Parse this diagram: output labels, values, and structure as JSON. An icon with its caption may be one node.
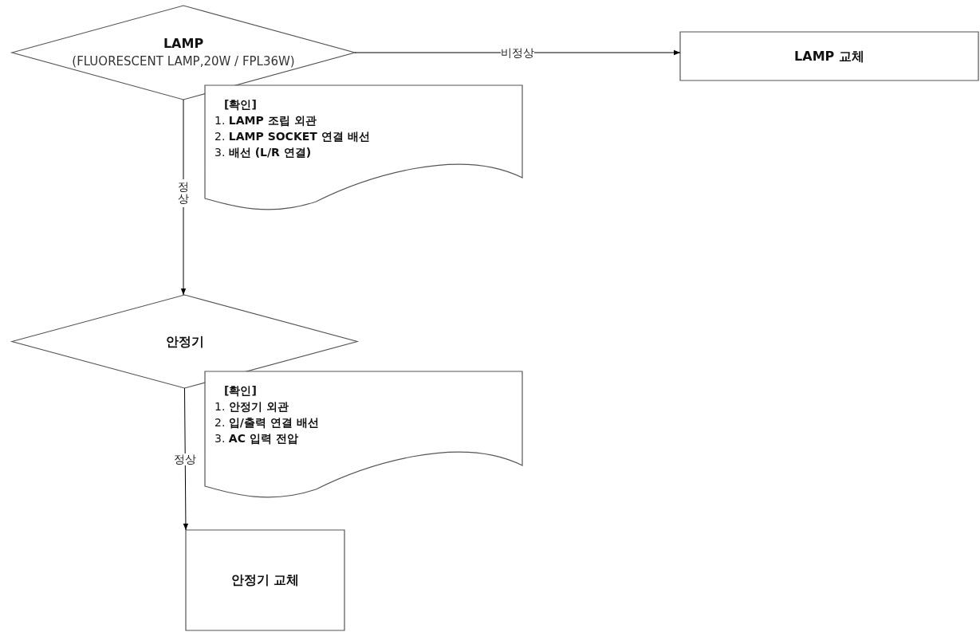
{
  "diagram": {
    "nodes": [
      {
        "text": [
          "LAMP",
          "(FLUORESCENT LAMP,20W / FPL36W)"
        ]
      },
      {
        "text": [
          "LAMP 교체"
        ]
      },
      {
        "text": [
          "[확인]",
          "1. **LAMP 조립 외관**",
          "2. **LAMP SOCKET 연결 배선**",
          "3. **배선 (L/R 연결)**"
        ]
      },
      {
        "text": [
          "안정기"
        ]
      },
      {
        "text": [
          "[확인]",
          "1. **안정기 외관**",
          "2. **입/출력 연결 배선**",
          "3. **AC 입력 전압**"
        ]
      },
      {
        "text": [
          "안정기 교체"
        ]
      }
    ],
    "edges": [
      {
        "from": 0,
        "to": 1,
        "arrow": "to",
        "label": "비정상"
      },
      {
        "from": 0,
        "to": 3,
        "arrow": "to",
        "label": "정상"
      },
      {
        "from": 3,
        "to": 5,
        "arrow": "to",
        "label": "정상"
      }
    ]
  }
}
